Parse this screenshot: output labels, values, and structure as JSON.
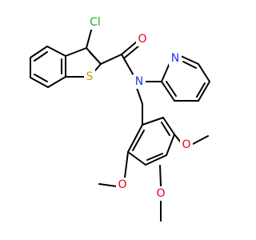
{
  "molecule": {
    "atom_labels": {
      "cl": "Cl",
      "o_carbonyl": "O",
      "s": "S",
      "n_amide": "N",
      "n_pyridine": "N",
      "o_meo1": "O",
      "o_meo2": "O",
      "o_meo3": "O"
    },
    "colors": {
      "bond": "#000000",
      "chlorine": "#1fae1f",
      "oxygen": "#e8001f",
      "sulfur": "#c8a000",
      "nitrogen": "#2233ee"
    }
  }
}
